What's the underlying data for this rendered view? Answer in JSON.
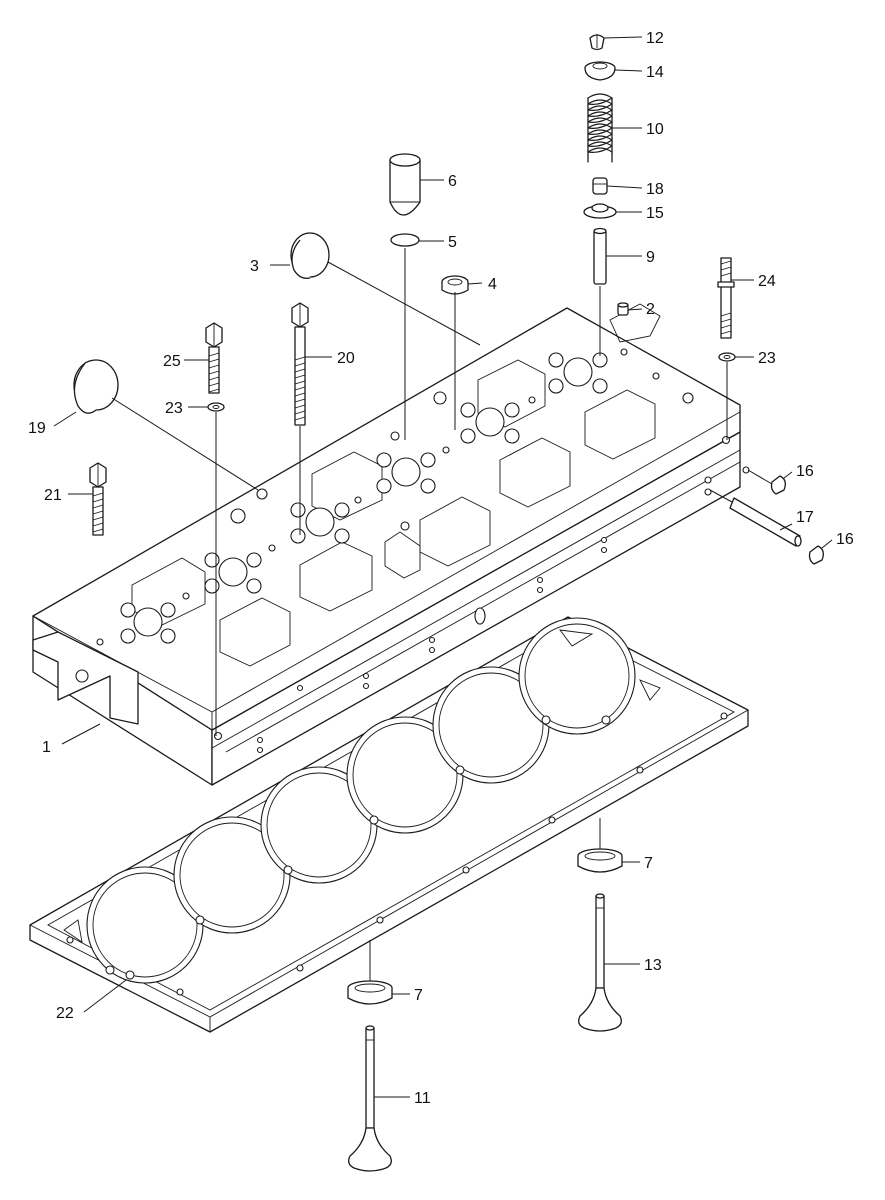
{
  "callouts": [
    {
      "id": "c1",
      "label": "1"
    },
    {
      "id": "c2",
      "label": "2"
    },
    {
      "id": "c3",
      "label": "3"
    },
    {
      "id": "c4",
      "label": "4"
    },
    {
      "id": "c5",
      "label": "5"
    },
    {
      "id": "c6",
      "label": "6"
    },
    {
      "id": "c7a",
      "label": "7"
    },
    {
      "id": "c7b",
      "label": "7"
    },
    {
      "id": "c9",
      "label": "9"
    },
    {
      "id": "c10",
      "label": "10"
    },
    {
      "id": "c11",
      "label": "11"
    },
    {
      "id": "c12",
      "label": "12"
    },
    {
      "id": "c13",
      "label": "13"
    },
    {
      "id": "c14",
      "label": "14"
    },
    {
      "id": "c15",
      "label": "15"
    },
    {
      "id": "c16a",
      "label": "16"
    },
    {
      "id": "c16b",
      "label": "16"
    },
    {
      "id": "c17",
      "label": "17"
    },
    {
      "id": "c18",
      "label": "18"
    },
    {
      "id": "c19",
      "label": "19"
    },
    {
      "id": "c20",
      "label": "20"
    },
    {
      "id": "c21",
      "label": "21"
    },
    {
      "id": "c22",
      "label": "22"
    },
    {
      "id": "c23a",
      "label": "23"
    },
    {
      "id": "c23b",
      "label": "23"
    },
    {
      "id": "c24",
      "label": "24"
    },
    {
      "id": "c25",
      "label": "25"
    }
  ]
}
